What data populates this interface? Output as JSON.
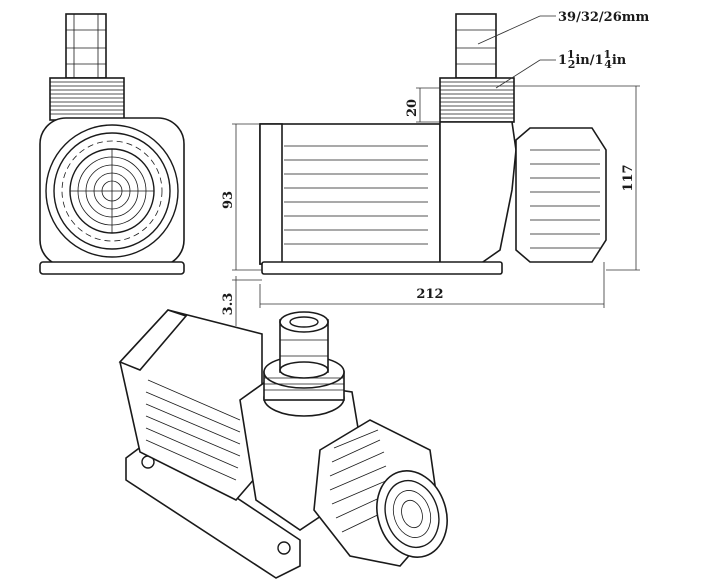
{
  "labels": {
    "hose_barb_sizes": "39/32/26mm",
    "thread_size_main": "1",
    "thread_size_frac1_num": "1",
    "thread_size_frac1_den": "2",
    "thread_size_mid": "in/1",
    "thread_size_frac2_num": "1",
    "thread_size_frac2_den": "4",
    "thread_size_tail": "in",
    "dim_thread_height": "20",
    "dim_body_height": "93",
    "dim_total_height": "117",
    "dim_length": "212",
    "dim_base_offset": "3.3"
  }
}
